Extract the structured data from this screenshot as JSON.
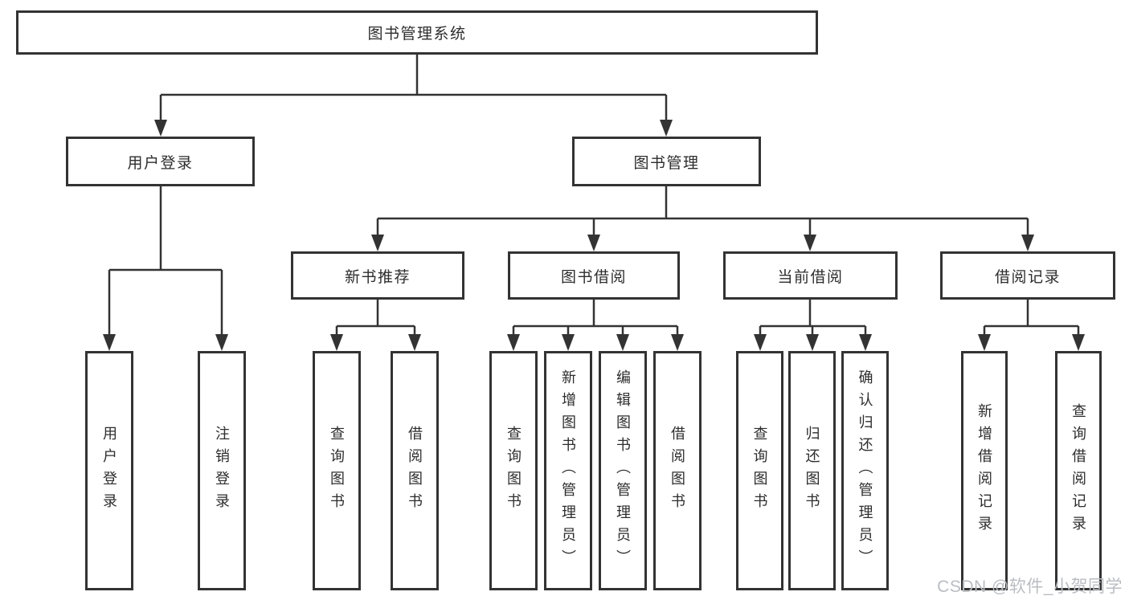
{
  "colors": {
    "line": "#333333",
    "box_border": "#333333",
    "text": "#2d2d2d",
    "watermark": "#b9bdc2"
  },
  "diagram": {
    "root": "图书管理系统",
    "level2": [
      "用户登录",
      "图书管理"
    ],
    "level3": [
      "新书推荐",
      "图书借阅",
      "当前借阅",
      "借阅记录"
    ],
    "leaves_user_login": [
      "用户登录",
      "注销登录"
    ],
    "leaves_new_book": [
      "查询图书",
      "借阅图书"
    ],
    "leaves_book_borrow": [
      "查询图书",
      "新增图书（管理员）",
      "编辑图书（管理员）",
      "借阅图书"
    ],
    "leaves_current_borrow": [
      "查询图书",
      "归还图书",
      "确认归还（管理员）"
    ],
    "leaves_borrow_records": [
      "新增借阅记录",
      "查询借阅记录"
    ]
  },
  "watermark": "CSDN @软件_小贺同学"
}
